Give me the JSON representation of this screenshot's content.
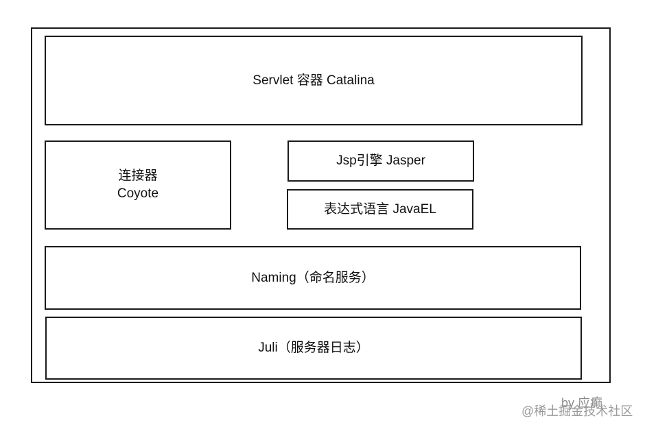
{
  "diagram": {
    "catalina": {
      "label": "Servlet 容器 Catalina"
    },
    "connector": {
      "line1": "连接器",
      "line2": "Coyote"
    },
    "jasper": {
      "label": "Jsp引擎 Jasper"
    },
    "javael": {
      "label": "表达式语言 JavaEL"
    },
    "naming": {
      "label": "Naming（命名服务）"
    },
    "juli": {
      "label": "Juli（服务器日志）"
    }
  },
  "watermark": {
    "author": "by 应癫",
    "site": "@稀土掘金技术社区"
  }
}
